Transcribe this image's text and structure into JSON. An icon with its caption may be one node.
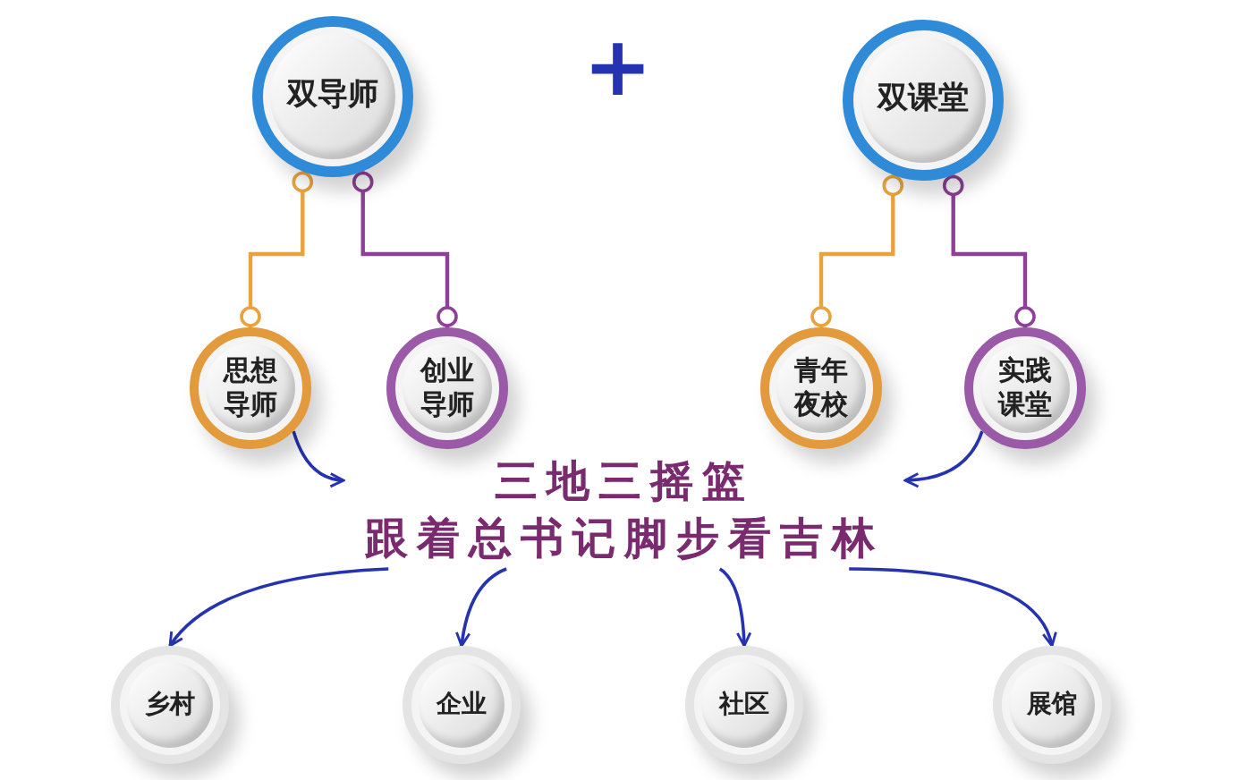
{
  "diagram": {
    "nodes": [
      {
        "text": [
          "双导师"
        ]
      },
      {
        "text": [
          "双课堂"
        ]
      },
      {
        "text": [
          "思想导师"
        ]
      },
      {
        "text": [
          "创业导师"
        ]
      },
      {
        "text": [
          "青年夜校"
        ]
      },
      {
        "text": [
          "实践课堂"
        ]
      },
      {
        "text": [
          "三地三摇篮",
          "跟着总书记脚步看吉林"
        ]
      },
      {
        "text": [
          "乡村"
        ]
      },
      {
        "text": [
          "企业"
        ]
      },
      {
        "text": [
          "社区"
        ]
      },
      {
        "text": [
          "展馆"
        ]
      }
    ],
    "edges": [
      {
        "from": 0,
        "to": 2,
        "arrow": "other",
        "color": "#e8a33d"
      },
      {
        "from": 0,
        "to": 3,
        "arrow": "other",
        "color": "#8e3f98"
      },
      {
        "from": 1,
        "to": 4,
        "arrow": "other",
        "color": "#e8a33d"
      },
      {
        "from": 1,
        "to": 5,
        "arrow": "other",
        "color": "#8e3f98"
      },
      {
        "from": 2,
        "to": 6,
        "arrow": "to"
      },
      {
        "from": 5,
        "to": 6,
        "arrow": "to"
      },
      {
        "from": 6,
        "to": 7,
        "arrow": "to"
      },
      {
        "from": 6,
        "to": 8,
        "arrow": "to"
      },
      {
        "from": 6,
        "to": 9,
        "arrow": "to"
      },
      {
        "from": 6,
        "to": 10,
        "arrow": "to"
      }
    ],
    "labels": [
      "+"
    ]
  }
}
